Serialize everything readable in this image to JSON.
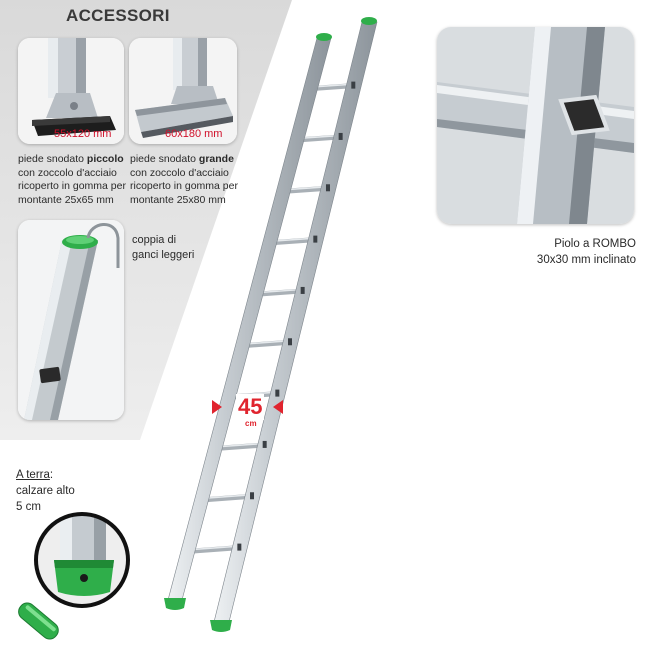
{
  "accessories": {
    "title": "ACCESSORI",
    "foot_small": {
      "dimension": "55x120 mm",
      "line1_prefix": "piede snodato ",
      "line1_bold": "piccolo",
      "line2": "con zoccolo d'acciaio",
      "line3": "ricoperto in gomma per",
      "line4": "montante 25x65 mm"
    },
    "foot_large": {
      "dimension": "60x180 mm",
      "line1_prefix": "piede snodato ",
      "line1_bold": "grande",
      "line2": "con zoccolo d'acciaio",
      "line3": "ricoperto in gomma per",
      "line4": "montante 25x80 mm"
    },
    "hooks": {
      "line1": "coppia di",
      "line2": "ganci leggeri"
    }
  },
  "ground": {
    "line1": "A terra",
    "line1_suffix": ":",
    "line2": "calzare alto",
    "line3": "5 cm"
  },
  "rung": {
    "line1": "Piolo a ROMBO",
    "line2": "30x30 mm inclinato"
  },
  "ladder": {
    "spacing_value": "45",
    "spacing_unit": "cm",
    "rung_count": 10
  },
  "colors": {
    "accent_red": "#e0242e",
    "dimension_red": "#d0102a",
    "cap_green": "#2fae4a",
    "panel_grey": "#e6e6e6"
  }
}
